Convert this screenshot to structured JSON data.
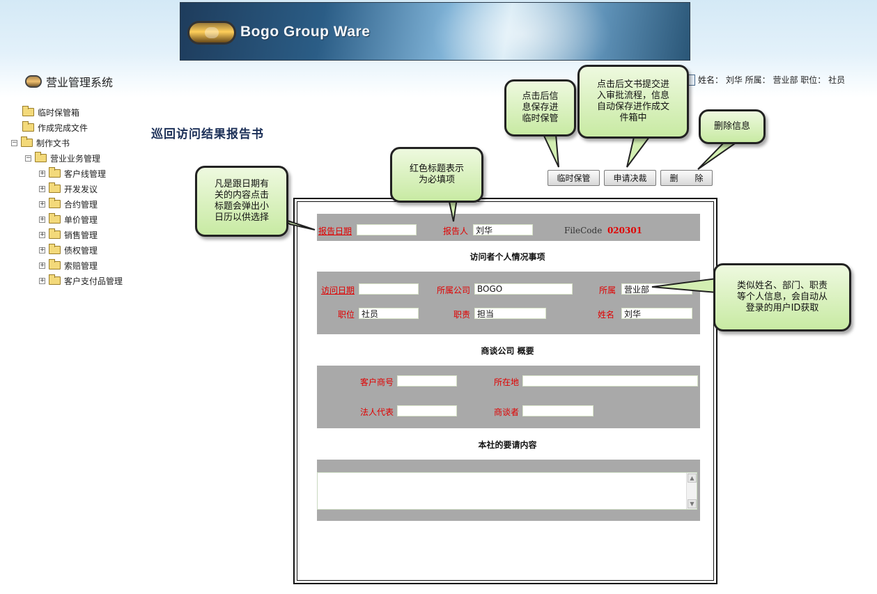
{
  "header": {
    "brand": "Bogo Group Ware",
    "system_title": "营业管理系统",
    "user_info": "姓名： 刘华 所属： 营业部 职位： 社员"
  },
  "sidebar": {
    "items": [
      {
        "label": "临时保管箱"
      },
      {
        "label": "作成完成文件"
      },
      {
        "label": "制作文书"
      },
      {
        "label": "营业业务管理"
      },
      {
        "label": "客户线管理"
      },
      {
        "label": "开发发议"
      },
      {
        "label": "合约管理"
      },
      {
        "label": "单价管理"
      },
      {
        "label": "销售管理"
      },
      {
        "label": "债权管理"
      },
      {
        "label": "索赔管理"
      },
      {
        "label": "客户支付品管理"
      }
    ]
  },
  "page": {
    "title": "巡回访问结果报告书",
    "buttons": {
      "temp_save": "临时保管",
      "apply": "申请决裁",
      "delete": "删　　除"
    }
  },
  "form": {
    "report_date_label": "报告日期",
    "report_date_value": "",
    "reporter_label": "报告人",
    "reporter_value": "刘华",
    "filecode_label": "FileCode",
    "filecode_value": "020301",
    "visitor_section": "访问者个人情况事项",
    "visit_date_label": "访问日期",
    "visit_date_value": "",
    "company_label": "所属公司",
    "company_value": "BOGO",
    "dept_label": "所属",
    "dept_value": "营业部",
    "position_label": "职位",
    "position_value": "社员",
    "duty_label": "职责",
    "duty_value": "担当",
    "name_label": "姓名",
    "name_value": "刘华",
    "business_section": "商谈公司 概要",
    "client_no_label": "客户商号",
    "client_no_value": "",
    "location_label": "所在地",
    "location_value": "",
    "legal_rep_label": "法人代表",
    "legal_rep_value": "",
    "negotiator_label": "商谈者",
    "negotiator_value": "",
    "request_section": "本社的要请内容",
    "request_value": ""
  },
  "callouts": {
    "date_hint": [
      "凡是跟日期有",
      "关的内容点击",
      "标题会弹出小",
      "日历以供选择"
    ],
    "required_hint": [
      "红色标题表示",
      "为必填项"
    ],
    "temp_save_hint": [
      "点击后信",
      "息保存进",
      "临时保管"
    ],
    "apply_hint": [
      "点击后文书提交进",
      "入审批流程，信息",
      "自动保存进作成文",
      "件箱中"
    ],
    "delete_hint": [
      "删除信息"
    ],
    "userinfo_hint": [
      "类似姓名、部门、职责",
      "等个人信息，会自动从",
      "登录的用户ID获取"
    ]
  },
  "colors": {
    "required_label": "#e00000",
    "band": "#a9a9a9",
    "callout_fill": "#c8eaa3",
    "title": "#1b2f57"
  }
}
